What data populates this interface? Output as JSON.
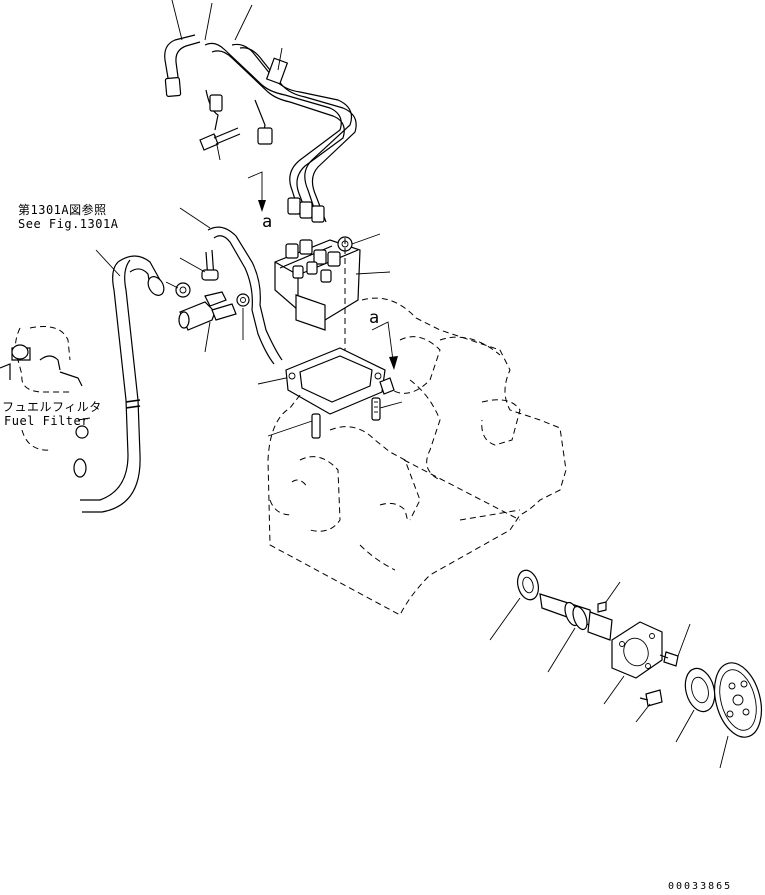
{
  "references": {
    "see_fig_ja": "第1301A図参照",
    "see_fig_en": "See Fig.1301A"
  },
  "fuel_filter": {
    "label_ja": "フュエルフィルタ",
    "label_en": "Fuel Filter"
  },
  "markers": {
    "a_upper": "a",
    "a_lower": "a"
  },
  "drawing_number": "00033865",
  "icons": [
    "injection-pump-icon",
    "fuel-line-icon",
    "hose-icon",
    "gear-icon",
    "bolt-icon"
  ]
}
